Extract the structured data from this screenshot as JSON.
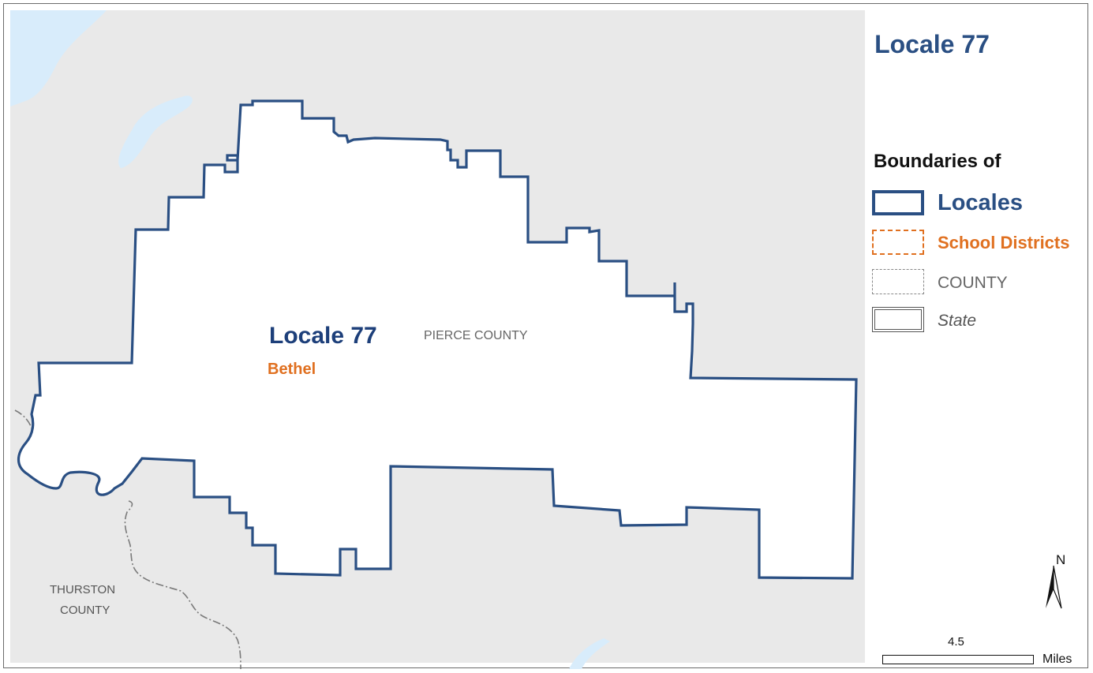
{
  "title": "Locale 77",
  "legend": {
    "heading": "Boundaries of",
    "items": [
      {
        "label": "Locales",
        "style": "solid",
        "color": "#2a4f83"
      },
      {
        "label": "School Districts",
        "style": "dashed",
        "color": "#e07020"
      },
      {
        "label": "COUNTY",
        "style": "dash-dot",
        "color": "#7a7a7a"
      },
      {
        "label": "State",
        "style": "double",
        "color": "#555555"
      }
    ]
  },
  "map": {
    "locale_label": "Locale 77",
    "district_label": "Bethel",
    "county_label": "PIERCE COUNTY",
    "neighbor_county_label_line1": "THURSTON",
    "neighbor_county_label_line2": "COUNTY",
    "colors": {
      "background": "#e9e9e9",
      "water": "#d8ecfb",
      "locale_fill": "#ffffff",
      "locale_border": "#2a4f83",
      "district_text": "#e07020",
      "county_line": "#7a7a7a"
    }
  },
  "north_arrow": {
    "label": "N"
  },
  "scale_bar": {
    "value": "4.5",
    "unit": "Miles"
  }
}
